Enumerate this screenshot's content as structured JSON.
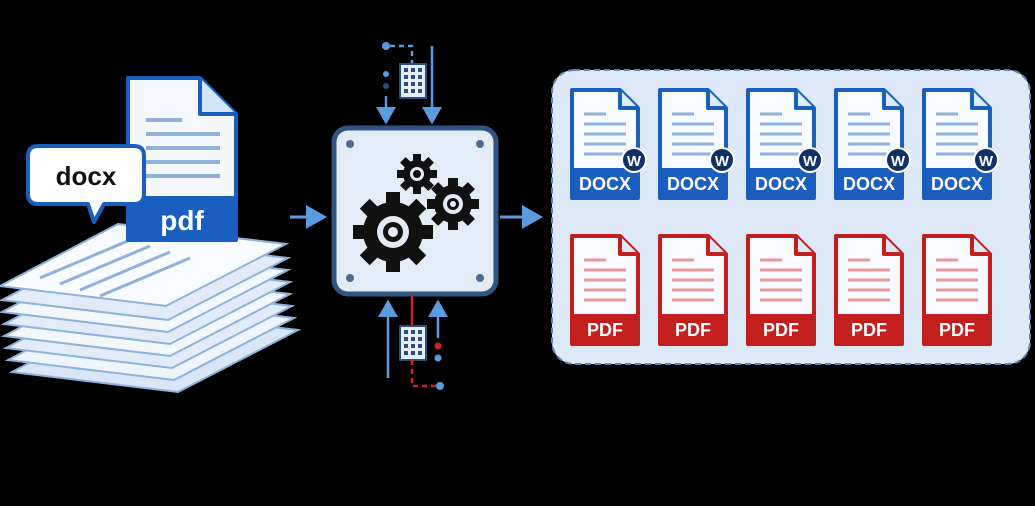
{
  "input": {
    "docx_label": "docx",
    "pdf_label": "pdf"
  },
  "processor": {
    "icon": "gears-icon"
  },
  "output": {
    "docx_files": [
      {
        "label": "DOCX",
        "badge": "W"
      },
      {
        "label": "DOCX",
        "badge": "W"
      },
      {
        "label": "DOCX",
        "badge": "W"
      },
      {
        "label": "DOCX",
        "badge": "W"
      },
      {
        "label": "DOCX",
        "badge": "W"
      }
    ],
    "pdf_files": [
      {
        "label": "PDF"
      },
      {
        "label": "PDF"
      },
      {
        "label": "PDF"
      },
      {
        "label": "PDF"
      },
      {
        "label": "PDF"
      }
    ]
  },
  "colors": {
    "background": "#000000",
    "docx_blue": "#1a5fbf",
    "pdf_red": "#c41e1e",
    "arrow_blue": "#5b9be0",
    "panel_fill": "#dce9f7",
    "accent_red": "#d42020"
  }
}
